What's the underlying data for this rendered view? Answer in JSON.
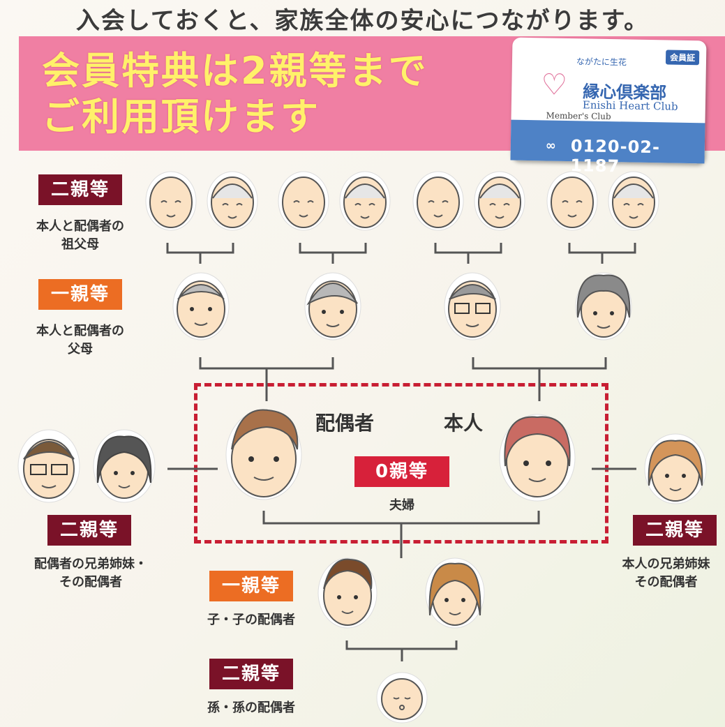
{
  "header": {
    "tagline": "入会しておくと、家族全体の安心につながります。",
    "banner_line1": "会員特典は2親等まで",
    "banner_line2": "ご利用頂けます"
  },
  "card": {
    "badge": "会員証",
    "brand": "ながたに生花",
    "club_jp": "縁心倶楽部",
    "club_en": "Enishi Heart Club",
    "member": "Member's Club",
    "phone": "0120-02-1187"
  },
  "rows": {
    "grandparents": {
      "label": "二親等",
      "desc1": "本人と配偶者の",
      "desc2": "祖父母"
    },
    "parents": {
      "label": "一親等",
      "desc1": "本人と配偶者の",
      "desc2": "父母"
    },
    "couple": {
      "label": "0親等",
      "desc": "夫婦",
      "spouse": "配偶者",
      "self": "本人"
    },
    "spouse_siblings": {
      "label": "二親等",
      "desc1": "配偶者の兄弟姉妹・",
      "desc2": "その配偶者"
    },
    "self_siblings": {
      "label": "二親等",
      "desc1": "本人の兄弟姉妹",
      "desc2": "その配偶者"
    },
    "children": {
      "label": "一親等",
      "desc": "子・子の配偶者"
    },
    "grandchildren": {
      "label": "二親等",
      "desc": "孫・孫の配偶者"
    }
  },
  "colors": {
    "banner": "#f07fa3",
    "banner_text": "#fff16a",
    "maroon": "#7a1228",
    "orange": "#ec6d23",
    "red": "#d7213a",
    "card_blue": "#4e82c6"
  }
}
